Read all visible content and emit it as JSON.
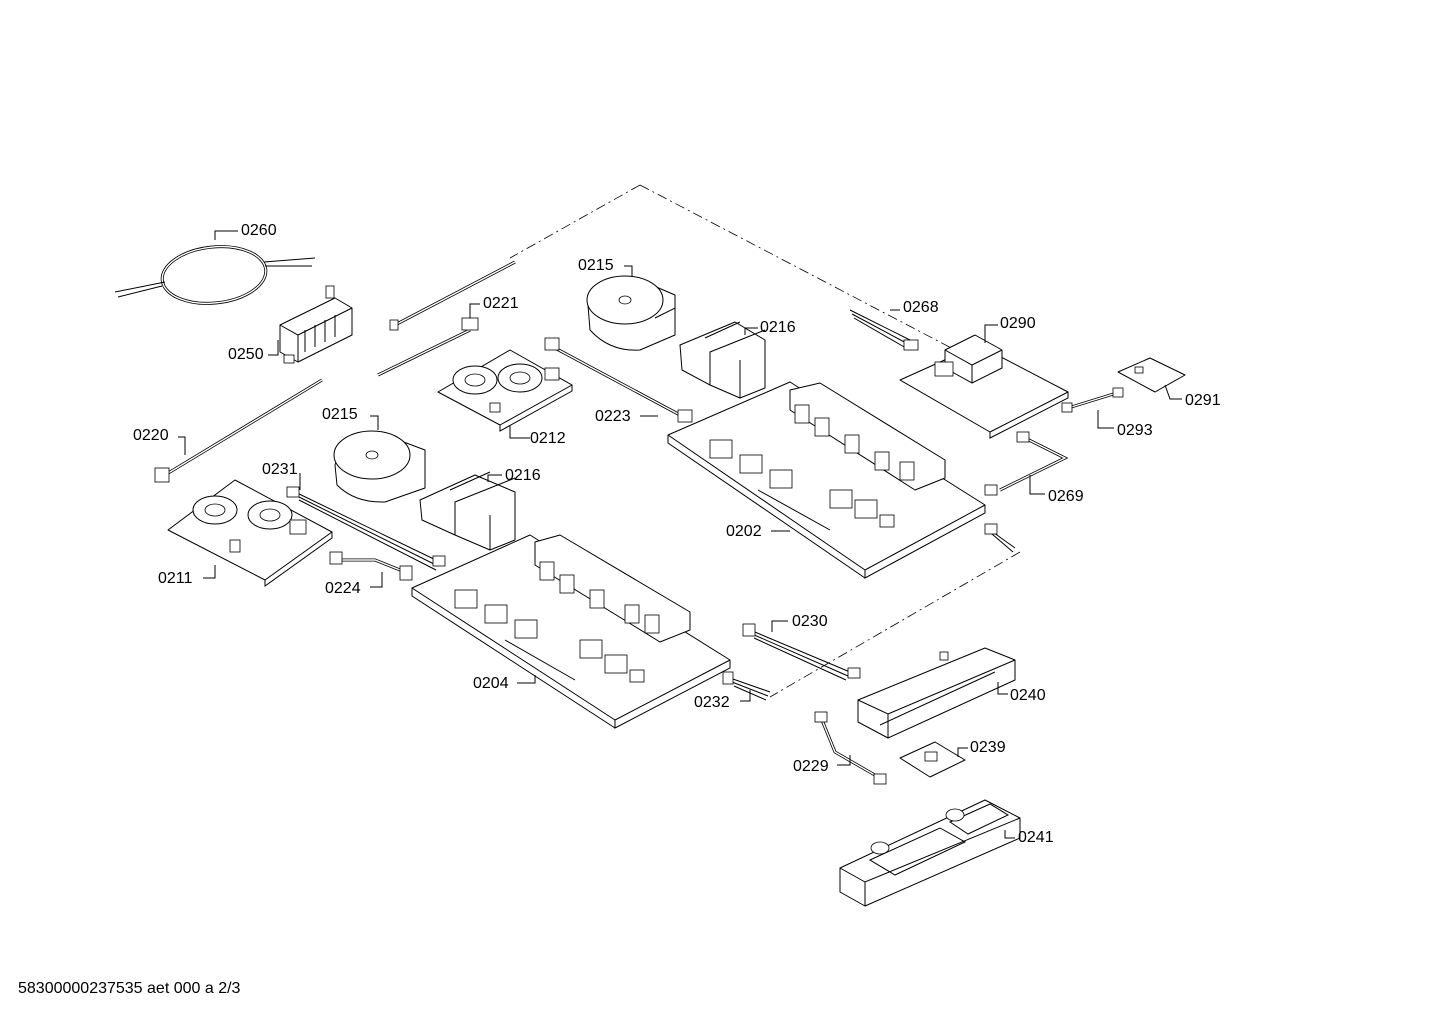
{
  "labels": {
    "p0260": "0260",
    "p0250": "0250",
    "p0221": "0221",
    "p0215a": "0215",
    "p0216a": "0216",
    "p0268": "0268",
    "p0290": "0290",
    "p0291": "0291",
    "p0293": "0293",
    "p0212": "0212",
    "p0223": "0223",
    "p0220": "0220",
    "p0215b": "0215",
    "p0216b": "0216",
    "p0231": "0231",
    "p0269": "0269",
    "p0202": "0202",
    "p0211": "0211",
    "p0224": "0224",
    "p0230": "0230",
    "p0204": "0204",
    "p0232": "0232",
    "p0240": "0240",
    "p0239": "0239",
    "p0229": "0229",
    "p0241": "0241"
  },
  "footer": "58300000237535 aet 000 a 2/3"
}
